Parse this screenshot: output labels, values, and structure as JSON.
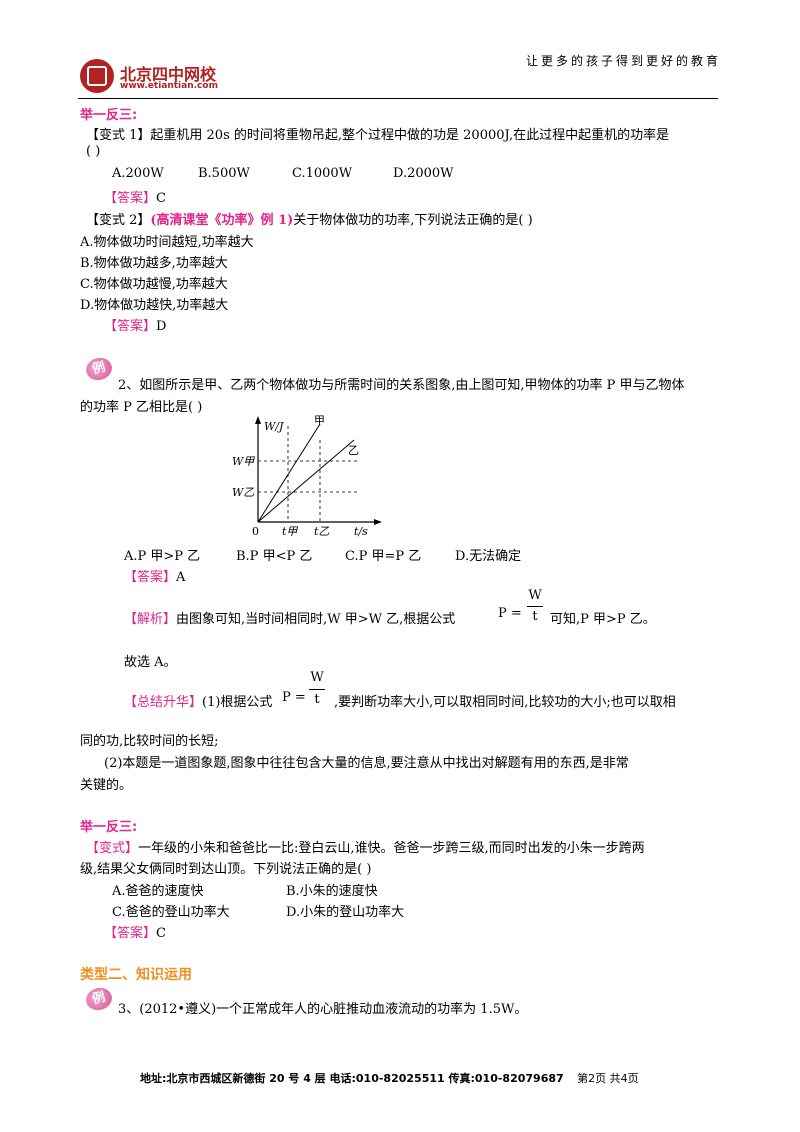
{
  "header": {
    "logo_name": "北京四中网校",
    "logo_url": "www.etiantian.com",
    "slogan": "让更多的孩子得到更好的教育"
  },
  "sec1": {
    "heading": "举一反三:",
    "v1_line1": "【变式 1】起重机用 20s 的时间将重物吊起,整个过程中做的功是 20000J,在此过程中起重机的功率是",
    "v1_line2": "(      )",
    "v1_options": [
      "A.200W",
      "B.500W",
      "C.1000W",
      "D.2000W"
    ],
    "v1_ans_label": "【答案】",
    "v1_ans": "C",
    "v2_prefix": "【变式 2】",
    "v2_ref": "(高清课堂《功率》例 1)",
    "v2_text": "关于物体做功的功率,下列说法正确的是(      )",
    "v2_options": [
      "A.物体做功时间越短,功率越大",
      "B.物体做功越多,功率越大",
      "C.物体做功越慢,功率越大",
      "D.物体做功越快,功率越大"
    ],
    "v2_ans_label": "【答案】",
    "v2_ans": "D"
  },
  "ex2": {
    "badge": "例",
    "line1": "2、如图所示是甲、乙两个物体做功与所需时间的关系图象,由上图可知,甲物体的功率 P 甲与乙物体",
    "line2": "的功率 P 乙相比是(      )",
    "graph": {
      "y_axis": "W/J",
      "x_axis": "t/s",
      "line_a": "甲",
      "line_b": "乙",
      "w_a": "W甲",
      "w_b": "W乙",
      "t_a": "t甲",
      "t_b": "t乙",
      "origin": "0"
    },
    "options": [
      "A.P 甲>P 乙",
      "B.P 甲<P 乙",
      "C.P 甲=P 乙",
      "D.无法确定"
    ],
    "ans_label": "【答案】",
    "ans": "A",
    "jx_label": "【解析】",
    "jx_text1": "由图象可知,当时间相同时,W 甲>W 乙,根据公式",
    "jx_text2": "可知,P 甲>P 乙。",
    "formula_p": "P =",
    "formula_w": "W",
    "formula_t": "t",
    "conclude": "故选 A。",
    "zj_label": "【总结升华】",
    "zj_text1": "(1)根据公式",
    "zj_text2": ",要判断功率大小,可以取相同时间,比较功的大小;也可以取相",
    "zj_line2": "同的功,比较时间的长短;",
    "zj_line3": "(2)本题是一道图象题,图象中往往包含大量的信息,要注意从中找出对解题有用的东西,是非常",
    "zj_line4": "关键的。"
  },
  "sec2": {
    "heading": "举一反三:",
    "v_prefix": "【变式】",
    "line1": "一年级的小朱和爸爸比一比:登白云山,谁快。爸爸一步跨三级,而同时出发的小朱一步跨两",
    "line2": "级,结果父女俩同时到达山顶。下列说法正确的是(      )",
    "options": [
      "A.爸爸的速度快",
      "B.小朱的速度快",
      "C.爸爸的登山功率大",
      "D.小朱的登山功率大"
    ],
    "ans_label": "【答案】",
    "ans": "C"
  },
  "type2": {
    "heading": "类型二、知识运用",
    "badge": "例",
    "line1": "3、(2012•遵义)一个正常成年人的心脏推动血液流动的功率为 1.5W。"
  },
  "footer": {
    "text": "地址:北京市西城区新德街 20 号 4 层  电话:010-82025511  传真:010-82079687",
    "page": "第2页  共4页"
  }
}
